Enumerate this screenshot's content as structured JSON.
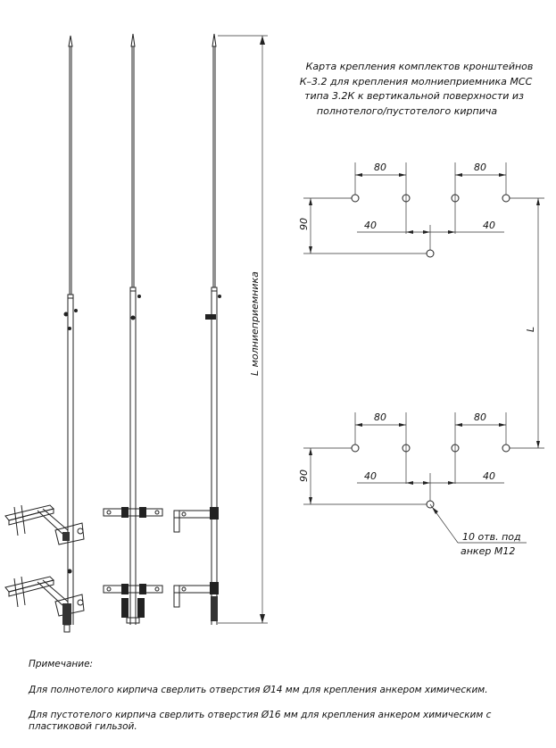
{
  "title_lines": [
    "Карта крепления комплектов кронштейнов",
    "К–3.2 для крепления молниеприемника МСС",
    "типа 3.2К к вертикальной поверхности из",
    "полнотелого/пустотелого кирпича"
  ],
  "dimensions": {
    "upper_spacing_left": "80",
    "upper_spacing_right": "80",
    "upper_offset_left": "40",
    "upper_offset_right": "40",
    "upper_vertical": "90",
    "lower_spacing_left": "80",
    "lower_spacing_right": "80",
    "lower_offset_left": "40",
    "lower_offset_right": "40",
    "lower_vertical": "90",
    "between_brackets": "L",
    "rod_length": "L молниеприемника"
  },
  "hole_callout": [
    "10 отв. под",
    "анкер М12"
  ],
  "notes": {
    "heading": "Примечание:",
    "line1": "Для полнотелого кирпича сверлить отверстия Ø14 мм для крепления анкером химическим.",
    "line2a": "Для пустотелого кирпича сверлить отверстия Ø16 мм для крепления анкером химическим с",
    "line2b": "пластиковой гильзой."
  }
}
